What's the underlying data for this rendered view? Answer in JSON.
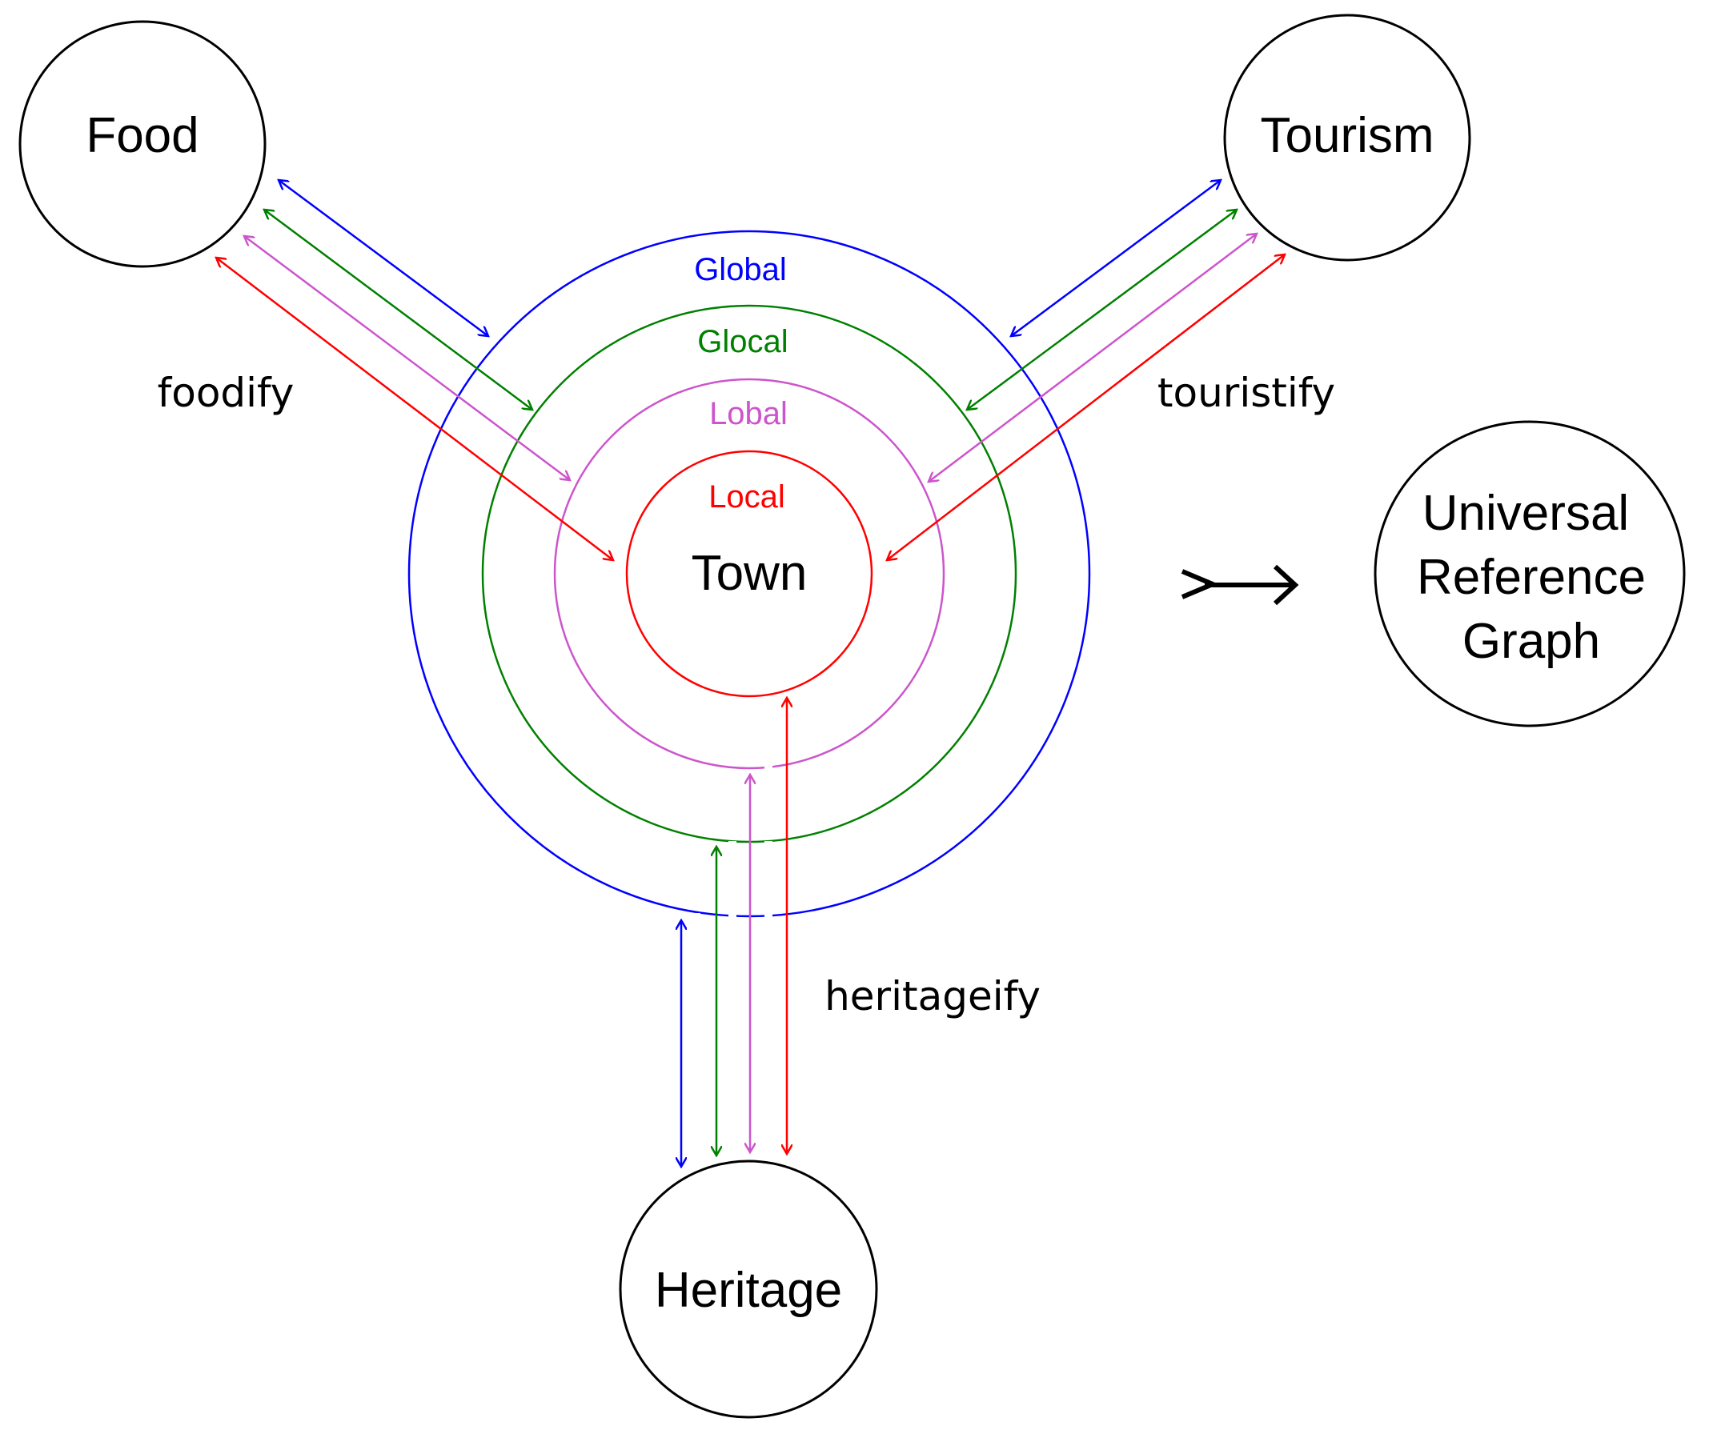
{
  "nodes": {
    "food": "Food",
    "tourism": "Tourism",
    "heritage": "Heritage",
    "town": "Town",
    "urg": [
      "Universal",
      "Reference",
      "Graph"
    ]
  },
  "rings": [
    {
      "key": "global",
      "label": "Global",
      "color": "#0000ff"
    },
    {
      "key": "glocal",
      "label": "Glocal",
      "color": "#008000"
    },
    {
      "key": "lobal",
      "label": "Lobal",
      "color": "#cc55cc"
    },
    {
      "key": "local",
      "label": "Local",
      "color": "#ff0000"
    }
  ],
  "edge_labels": {
    "food": "foodify",
    "tourism": "touristify",
    "heritage": "heritageify"
  },
  "maps_to_symbol": "mapsto-arrow"
}
